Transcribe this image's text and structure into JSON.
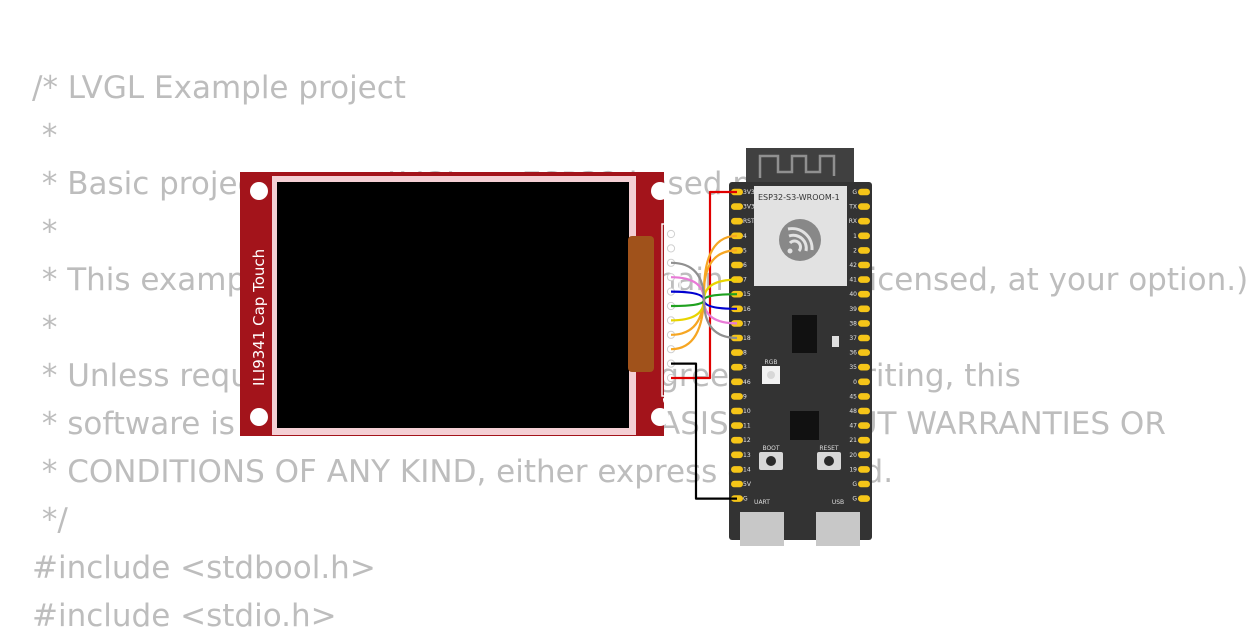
{
  "code_lines": [
    "/* LVGL Example project",
    " *",
    " * Basic project to test LVGL on ESP32 based projects.",
    " *",
    " * This example code is in the Public Domain (or CC0 licensed, at your option.)",
    " *",
    " * Unless required by applicable law or agreed to in writing, this",
    " * software is distributed on an \"AS IS\" BASIS, WITHOUT WARRANTIES OR",
    " * CONDITIONS OF ANY KIND, either express or implied.",
    " */",
    "#include <stdbool.h>",
    "#include <stdio.h>"
  ],
  "display": {
    "label": "ILI9341 Cap Touch",
    "pin1_marker": "1",
    "colors": {
      "pcb": "#a3141b",
      "screen": "#000000",
      "ribbon": "#a0521b"
    }
  },
  "board": {
    "module_label": "ESP32-S3-WROOM-1",
    "rgb_label": "RGB",
    "boot_label": "BOOT",
    "reset_label": "RESET",
    "uart_label": "UART",
    "usb_label": "USB",
    "left_pins": [
      "3V3",
      "3V3",
      "RST",
      "4",
      "5",
      "6",
      "7",
      "15",
      "16",
      "17",
      "18",
      "8",
      "3",
      "46",
      "9",
      "10",
      "11",
      "12",
      "13",
      "14",
      "5V",
      "G"
    ],
    "right_pins": [
      "G",
      "TX",
      "RX",
      "1",
      "2",
      "42",
      "41",
      "40",
      "39",
      "38",
      "37",
      "36",
      "35",
      "0",
      "45",
      "48",
      "47",
      "21",
      "20",
      "19",
      "G",
      "G"
    ],
    "colors": {
      "board": "#333333",
      "pin": "#f5c518"
    }
  },
  "wires": [
    {
      "from": "display-pin-1",
      "to": "3V3",
      "color": "#e00000"
    },
    {
      "from": "display-pin-2",
      "to": "G",
      "color": "#000000"
    },
    {
      "from": "display-pin-3",
      "to": "4",
      "color": "#f6a623"
    },
    {
      "from": "display-pin-4",
      "to": "5",
      "color": "#f6a623"
    },
    {
      "from": "display-pin-5",
      "to": "7",
      "color": "#e8d400"
    },
    {
      "from": "display-pin-6",
      "to": "15",
      "color": "#1fa11f"
    },
    {
      "from": "display-pin-7",
      "to": "16",
      "color": "#0000d0"
    },
    {
      "from": "display-pin-8",
      "to": "17",
      "color": "#e87ad6"
    },
    {
      "from": "display-pin-9",
      "to": "18",
      "color": "#909090"
    }
  ]
}
